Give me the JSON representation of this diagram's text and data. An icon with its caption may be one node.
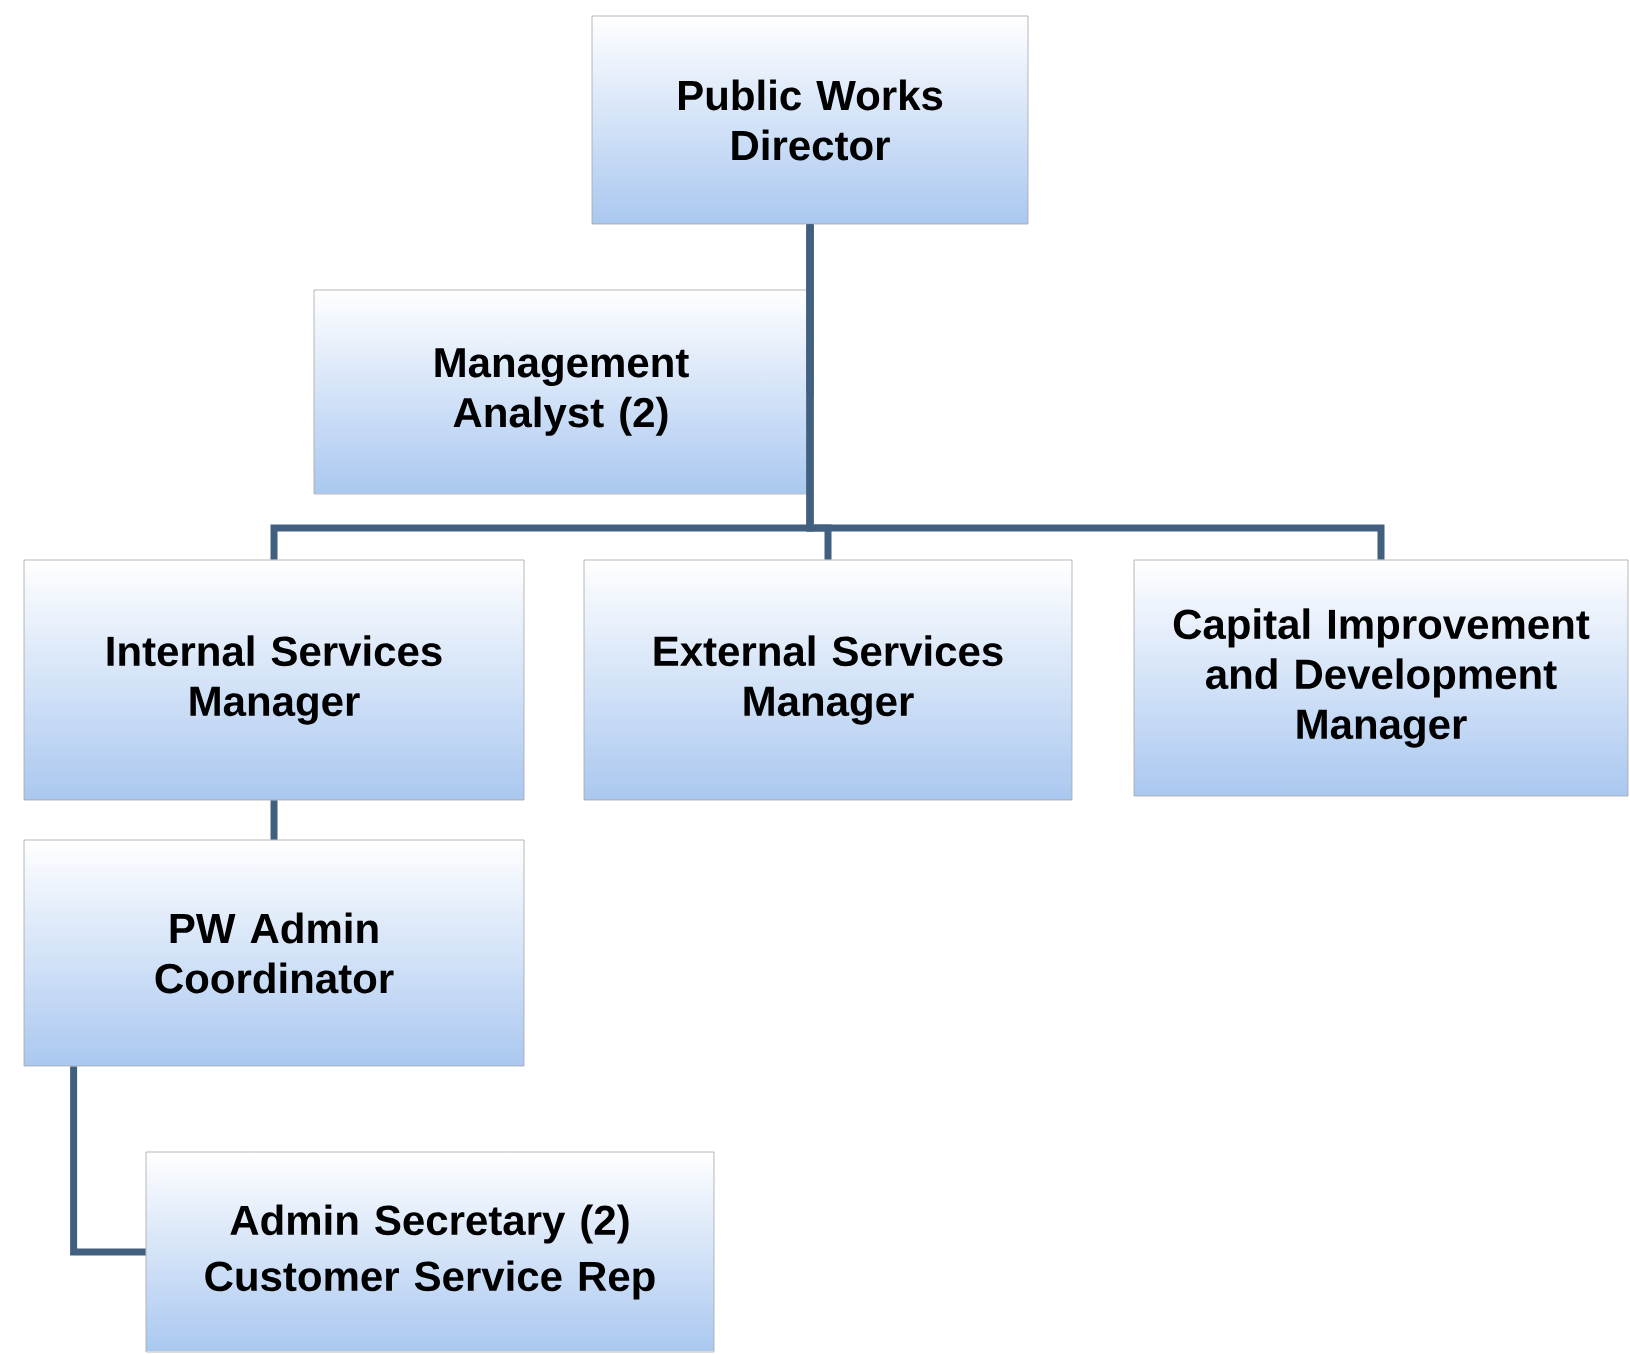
{
  "diagram": {
    "nodes": [
      {
        "text": [
          "Public Works Director"
        ]
      },
      {
        "text": [
          "Management Analyst (2)"
        ]
      },
      {
        "text": [
          "Internal Services Manager"
        ]
      },
      {
        "text": [
          "External Services Manager"
        ]
      },
      {
        "text": [
          "Capital Improvement and Development Manager"
        ]
      },
      {
        "text": [
          "PW Admin Coordinator"
        ]
      },
      {
        "text": [
          "Admin Secretary (2)",
          "Customer Service Rep"
        ]
      }
    ],
    "edges": [
      {
        "from": 0,
        "to": 1,
        "arrow": "none"
      },
      {
        "from": 0,
        "to": 2,
        "arrow": "none"
      },
      {
        "from": 0,
        "to": 3,
        "arrow": "none"
      },
      {
        "from": 0,
        "to": 4,
        "arrow": "none"
      },
      {
        "from": 2,
        "to": 5,
        "arrow": "none"
      },
      {
        "from": 5,
        "to": 6,
        "arrow": "none"
      }
    ]
  }
}
